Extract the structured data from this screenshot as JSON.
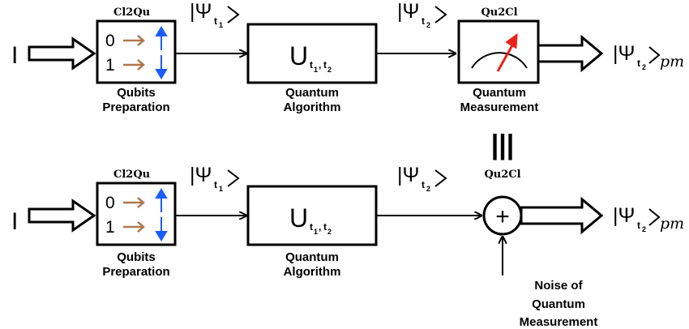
{
  "top_row": {
    "input_symbol": "I",
    "prep_header": "Cl2Qu",
    "bit_zero": "0",
    "bit_one": "1",
    "prep_label_line1": "Qubits",
    "prep_label_line2": "Preparation",
    "psi_t1": "|Ψ",
    "psi_t1_sub": "t",
    "psi_t1_sub2": "1",
    "algo_symbol": "U",
    "algo_sub": "t",
    "algo_sub_1": "1",
    "algo_sub_comma": ",",
    "algo_sub_t2": "t",
    "algo_sub_2": "2",
    "algo_label_line1": "Quantum",
    "algo_label_line2": "Algorithm",
    "psi_t2": "|Ψ",
    "psi_t2_sub": "t",
    "psi_t2_sub2": "2",
    "meas_header": "Qu2Cl",
    "meas_label_line1": "Quantum",
    "meas_label_line2": "Measurement",
    "output_psi": "|Ψ",
    "output_sub": "t",
    "output_sub2": "2",
    "output_pm": "pm"
  },
  "equivalence_symbol": "|||",
  "bottom_row": {
    "input_symbol": "I",
    "prep_header": "Cl2Qu",
    "bit_zero": "0",
    "bit_one": "1",
    "prep_label_line1": "Qubits",
    "prep_label_line2": "Preparation",
    "psi_t1": "|Ψ",
    "psi_t1_sub": "t",
    "psi_t1_sub2": "1",
    "algo_symbol": "U",
    "algo_sub": "t",
    "algo_sub_1": "1",
    "algo_sub_comma": ",",
    "algo_sub_t2": "t",
    "algo_sub_2": "2",
    "algo_label_line1": "Quantum",
    "algo_label_line2": "Algorithm",
    "psi_t2": "|Ψ",
    "psi_t2_sub": "t",
    "psi_t2_sub2": "2",
    "sum_header": "Qu2Cl",
    "sum_symbol": "+",
    "noise_line1": "Noise of",
    "noise_line2": "Quantum",
    "noise_line3": "Measurement",
    "output_psi": "|Ψ",
    "output_sub": "t",
    "output_sub2": "2",
    "output_pm": "pm"
  },
  "colors": {
    "stroke": "#000000",
    "bit_arrow": "#b07850",
    "spin_arrow": "#1a5cff",
    "needle": "#e8231a"
  }
}
